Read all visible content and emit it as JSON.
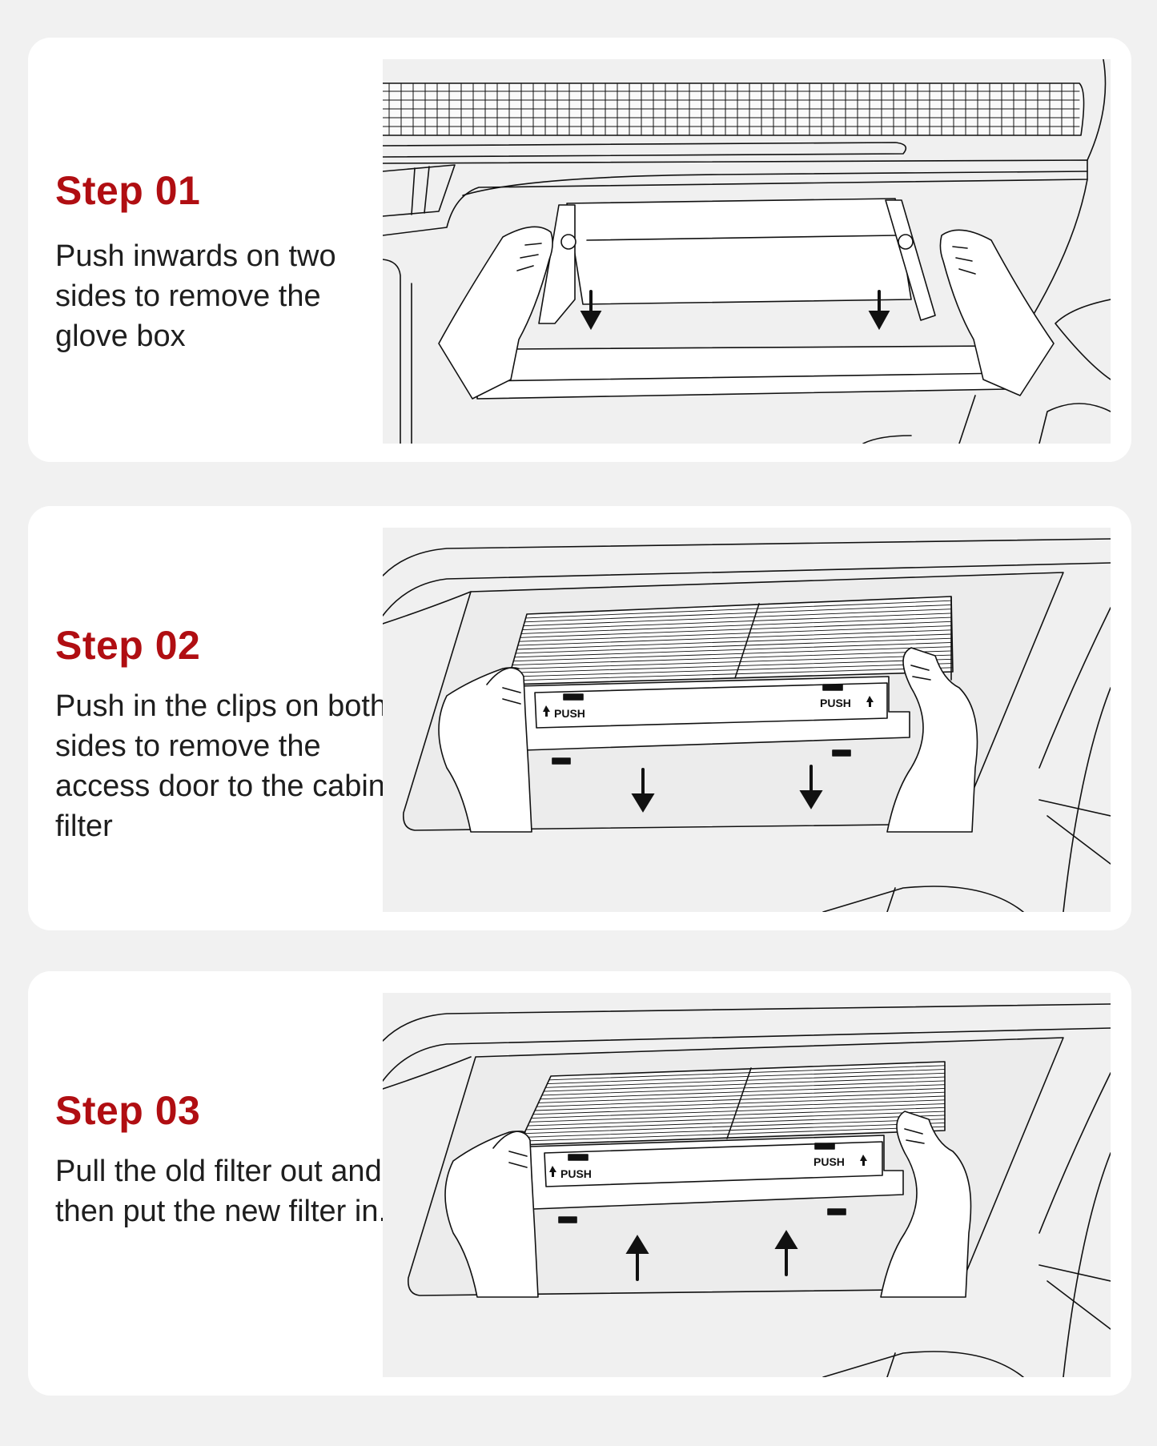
{
  "steps": [
    {
      "title": "Step 01",
      "description": "Push inwards on two sides to remove the glove box"
    },
    {
      "title": "Step 02",
      "description": "Push in the clips on both sides to remove the access door to the cabin filter",
      "left_label": "PUSH",
      "right_label": "PUSH"
    },
    {
      "title": "Step 03",
      "description": "Pull the old filter out and then put the new filter in.",
      "left_label": "PUSH",
      "right_label": "PUSH"
    }
  ],
  "colors": {
    "page_background": "#f1f1f1",
    "card_background": "#ffffff",
    "step_title": "#b00e12",
    "body_text": "#1e1e1e",
    "illustration_background": "#f0f0f0"
  },
  "icons": [
    "arrow-down-icon",
    "arrow-up-icon"
  ]
}
